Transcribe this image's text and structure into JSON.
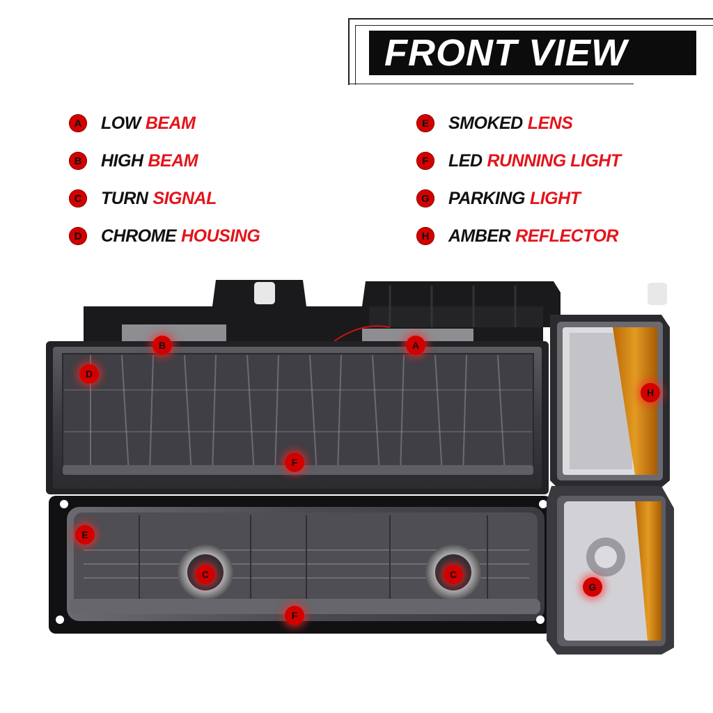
{
  "header": {
    "title": "FRONT VIEW"
  },
  "legend": [
    {
      "letter": "A",
      "word1": "LOW",
      "word2": "BEAM"
    },
    {
      "letter": "B",
      "word1": "HIGH",
      "word2": "BEAM"
    },
    {
      "letter": "C",
      "word1": "TURN",
      "word2": "SIGNAL"
    },
    {
      "letter": "D",
      "word1": "CHROME",
      "word2": "HOUSING"
    },
    {
      "letter": "E",
      "word1": "SMOKED",
      "word2": "LENS"
    },
    {
      "letter": "F",
      "word1": "LED",
      "word2": "RUNNING LIGHT"
    },
    {
      "letter": "G",
      "word1": "PARKING",
      "word2": "LIGHT"
    },
    {
      "letter": "H",
      "word1": "AMBER",
      "word2": "REFLECTOR"
    }
  ],
  "callouts": [
    {
      "letter": "B"
    },
    {
      "letter": "A"
    },
    {
      "letter": "D"
    },
    {
      "letter": "F"
    },
    {
      "letter": "E"
    },
    {
      "letter": "C"
    },
    {
      "letter": "C"
    },
    {
      "letter": "F"
    },
    {
      "letter": "H"
    },
    {
      "letter": "G"
    }
  ],
  "colors": {
    "accent": "#e4141b",
    "badge": "#d40000",
    "dark": "#0c0c0c",
    "amber": "#d98a12",
    "smoke": "#4a4a4e"
  }
}
